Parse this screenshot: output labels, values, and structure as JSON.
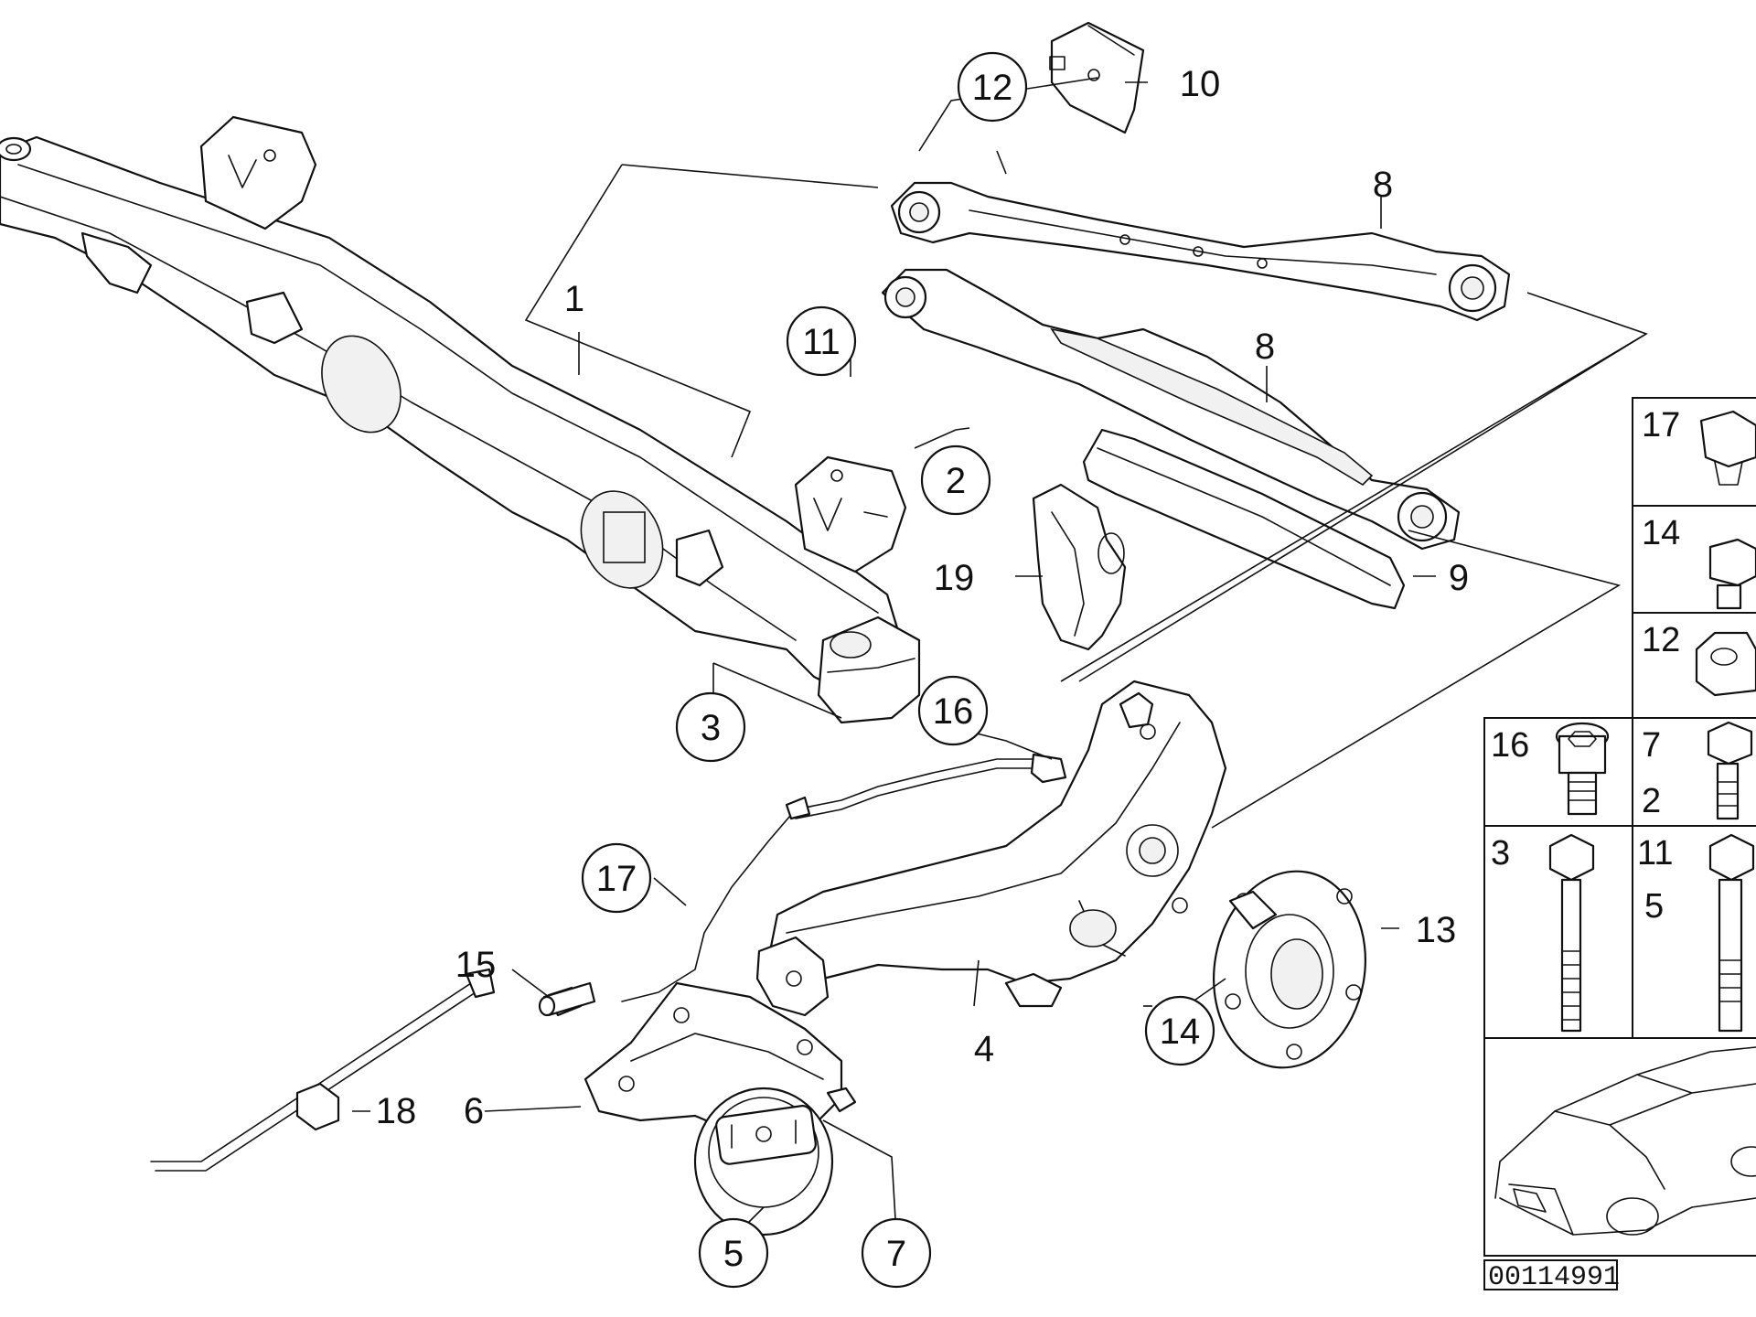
{
  "callouts": {
    "c1": "1",
    "c2": "2",
    "c3": "3",
    "c4": "4",
    "c5": "5",
    "c6": "6",
    "c7": "7",
    "c8a": "8",
    "c8b": "8",
    "c9": "9",
    "c10": "10",
    "c11": "11",
    "c12": "12",
    "c13": "13",
    "c14": "14",
    "c15": "15",
    "c16": "16",
    "c17": "17",
    "c18": "18",
    "c19": "19"
  },
  "parts_table": {
    "r1": "17",
    "r2": "14",
    "r3": "12",
    "r4a": "16",
    "r4b": "7",
    "r4c": "2",
    "r5a": "3",
    "r5b": "11",
    "r5c": "5"
  },
  "reference_number": "00114991"
}
